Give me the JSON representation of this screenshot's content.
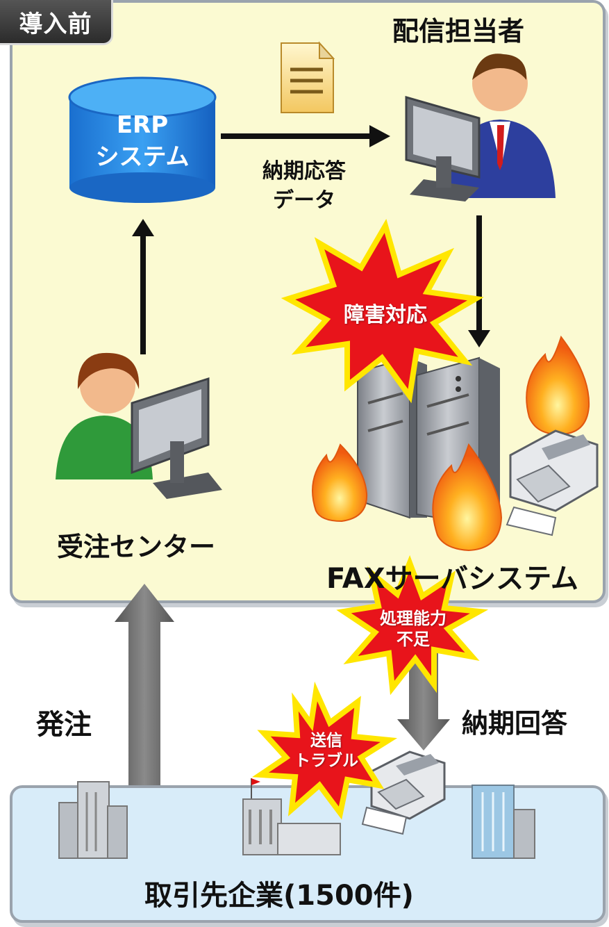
{
  "stage_tab": "導入前",
  "labels": {
    "delivery_person": "配信担当者",
    "erp_line1": "ERP",
    "erp_line2": "システム",
    "data_line1": "納期応答",
    "data_line2": "データ",
    "trouble_response": "障害対応",
    "order_center": "受注センター",
    "fax_server_system": "FAXサーバシステム",
    "capacity_line1": "処理能力",
    "capacity_line2": "不足",
    "send_line1": "送信",
    "send_line2": "トラブル",
    "order": "発注",
    "delivery_reply": "納期回答",
    "partners": "取引先企業(1500件)"
  },
  "colors": {
    "top_panel": "#fbfad2",
    "bottom_panel": "#d8ecf9",
    "erp_blue": "#1f86e0",
    "burst_red": "#e8141b",
    "burst_yellow": "#ffe600"
  }
}
